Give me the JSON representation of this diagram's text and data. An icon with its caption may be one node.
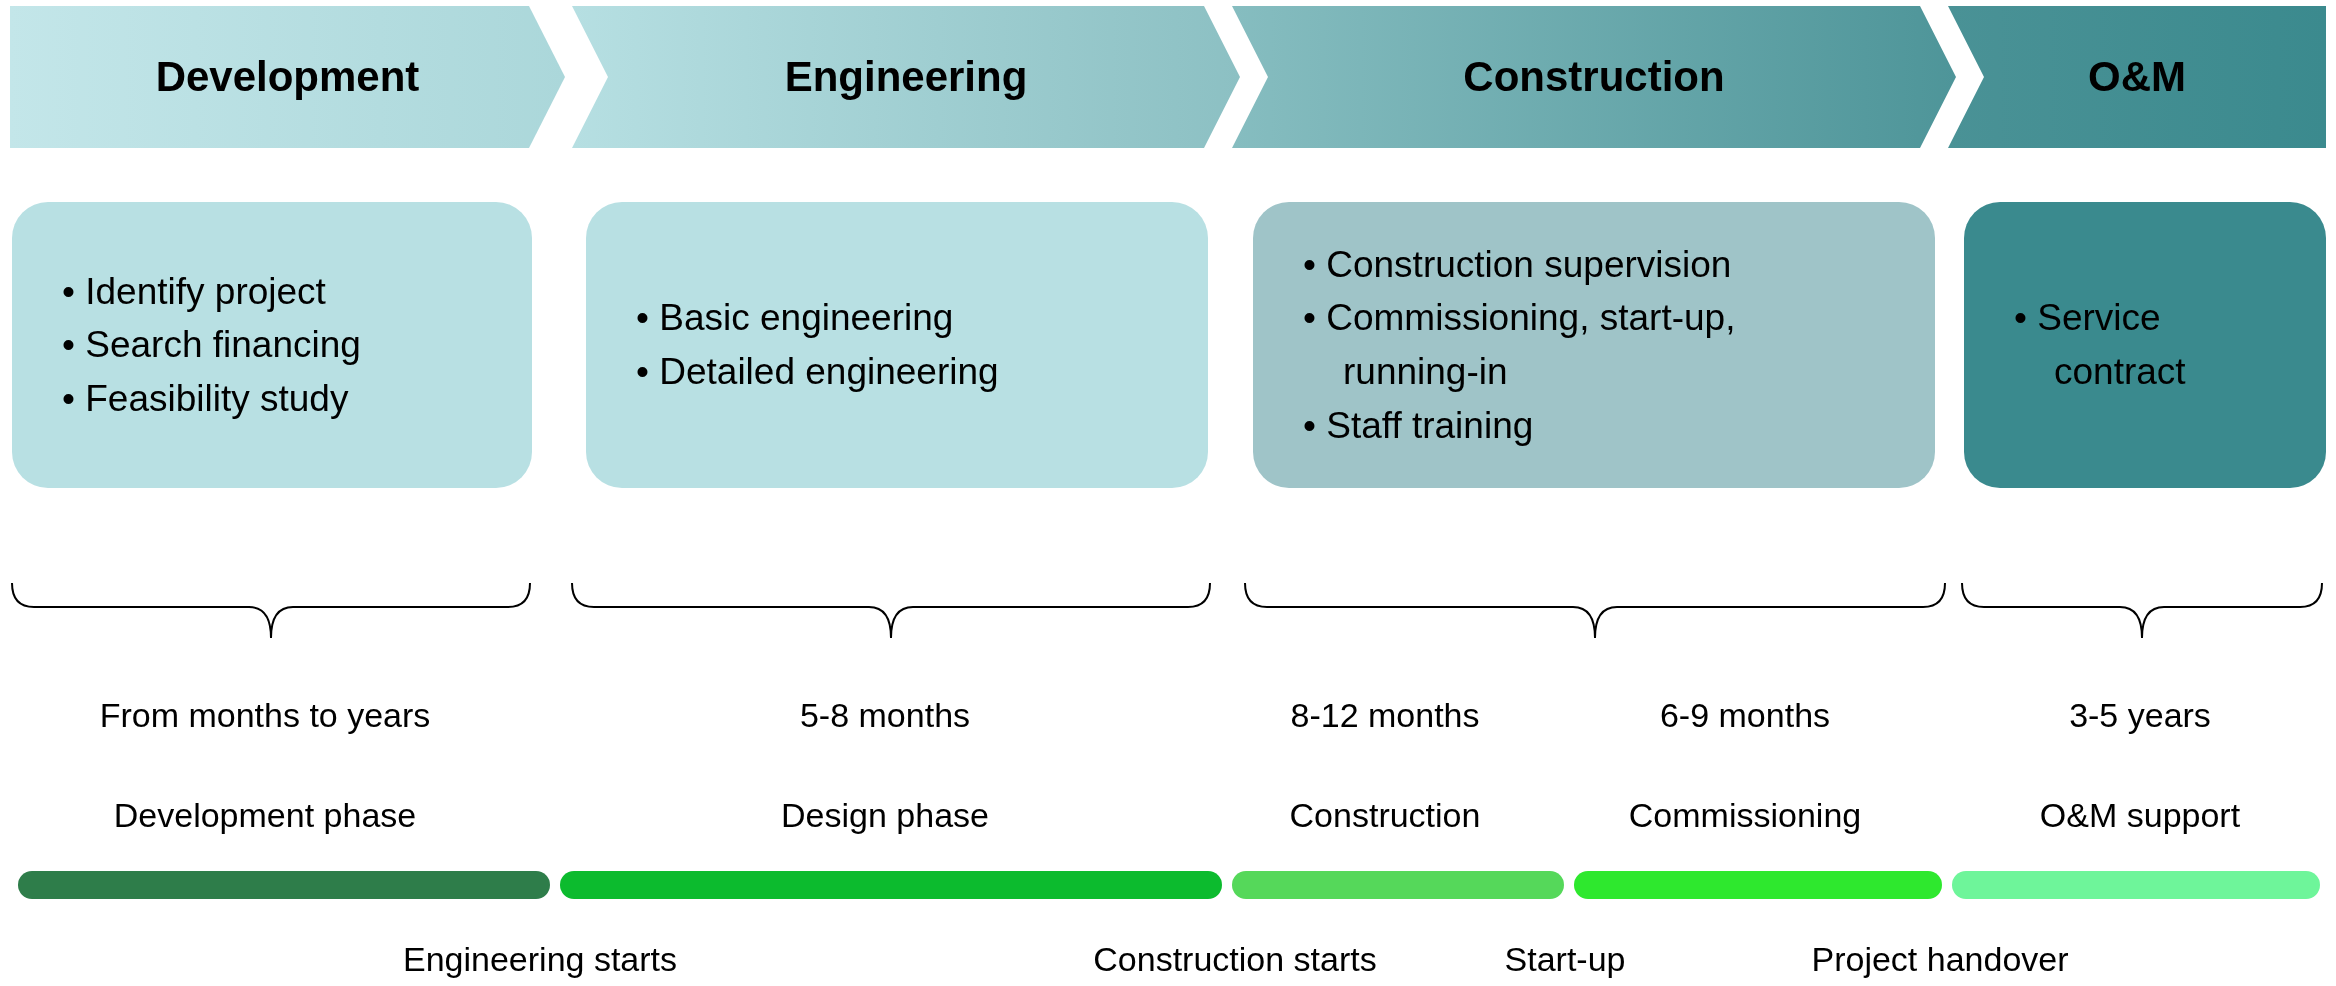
{
  "diagram": {
    "nodes": [
      {
        "text": [
          "Development"
        ]
      },
      {
        "text": [
          "Engineering"
        ]
      },
      {
        "text": [
          "Construction"
        ]
      },
      {
        "text": [
          "O&M"
        ]
      },
      {
        "text": [
          "• Identify project",
          "• Search financing",
          "• Feasibility study"
        ]
      },
      {
        "text": [
          "• Basic engineering",
          "• Detailed engineering"
        ]
      },
      {
        "text": [
          "• Construction supervision",
          "• Commissioning, start-up, running-in",
          "• Staff training"
        ]
      },
      {
        "text": [
          "• Service contract"
        ]
      },
      {
        "text": [],
        "shape": "bar"
      },
      {
        "text": [],
        "shape": "bar"
      },
      {
        "text": [],
        "shape": "bar"
      },
      {
        "text": [],
        "shape": "bar"
      },
      {
        "text": [],
        "shape": "bar"
      }
    ],
    "edges": [],
    "labels": [
      "From months to years",
      "5-8 months",
      "8-12 months",
      "6-9 months",
      "3-5 years",
      "Development phase",
      "Design phase",
      "Construction",
      "Commissioning",
      "O&M support",
      "Engineering starts",
      "Construction starts",
      "Start-up",
      "Project handover"
    ]
  }
}
